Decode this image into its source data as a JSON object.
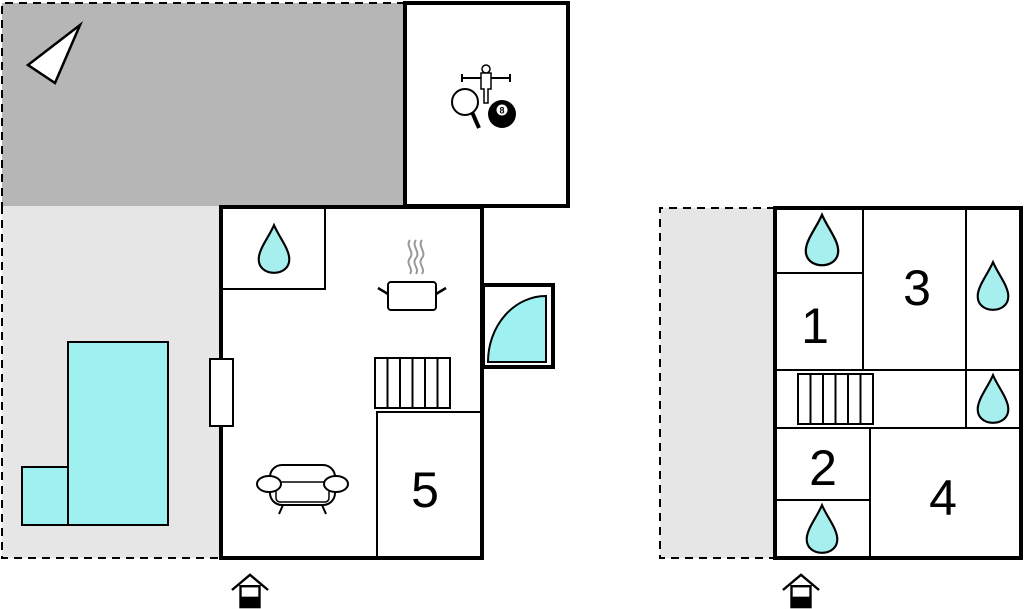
{
  "colors": {
    "terrace_dark": "#b6b6b6",
    "terrace_light": "#e6e6e6",
    "pool": "#9ff0f0",
    "water": "#a7efef",
    "wall": "#000000"
  },
  "ground_floor": {
    "rooms": [
      {
        "id": "room-5",
        "label": "5"
      }
    ],
    "icons": [
      "bathroom-water-icon",
      "kitchen-pot-icon",
      "games-icon",
      "sofa-icon",
      "stairs-icon",
      "shower-icon",
      "north-arrow-icon",
      "entrance-icon",
      "pool"
    ]
  },
  "upper_floor": {
    "rooms": [
      {
        "id": "room-1",
        "label": "1"
      },
      {
        "id": "room-2",
        "label": "2"
      },
      {
        "id": "room-3",
        "label": "3"
      },
      {
        "id": "room-4",
        "label": "4"
      }
    ],
    "icons": [
      "bathroom-water-icon",
      "stairs-icon",
      "entrance-icon"
    ]
  }
}
